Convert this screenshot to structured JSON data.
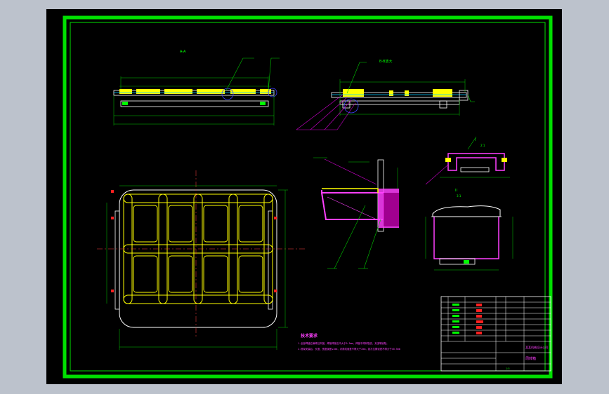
{
  "drawing": {
    "view_labels": {
      "top_left": "A-A",
      "top_right": "B-B放大",
      "detail_right": "I",
      "detail_right_scale": "2:1",
      "section_right": "II",
      "section_right_scale": "3:1"
    },
    "tech_requirements": {
      "title": "技术要求",
      "line1": "1.全部焊缝应满焊且牢固，焊接焊接应不大于0.5mm，焊缝不得有裂纹、夹渣等缺陷。",
      "line2": "2.框架安装后，长度、宽度误差≤1mm，对角线误差不得大于2mm，各孔位置误差不得大于±0.5mm"
    },
    "title_block": {
      "name": "周转箱",
      "company": "某某机械设计公司",
      "scale": "1:5"
    },
    "colors": {
      "frame": "#00e000",
      "outline": "#ffffff",
      "dimension": "#00c800",
      "highlight": "#ffff00",
      "section": "#ff40ff",
      "leader": "#d000d0"
    }
  }
}
